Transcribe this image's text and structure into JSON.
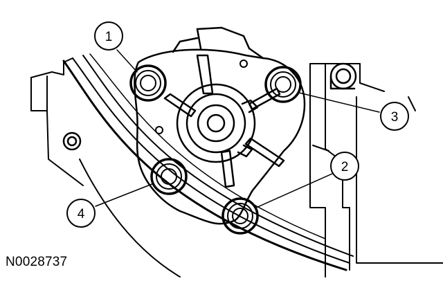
{
  "figure_id": "N0028737",
  "callouts": [
    {
      "label": "1"
    },
    {
      "label": "2"
    },
    {
      "label": "3"
    },
    {
      "label": "4"
    }
  ]
}
